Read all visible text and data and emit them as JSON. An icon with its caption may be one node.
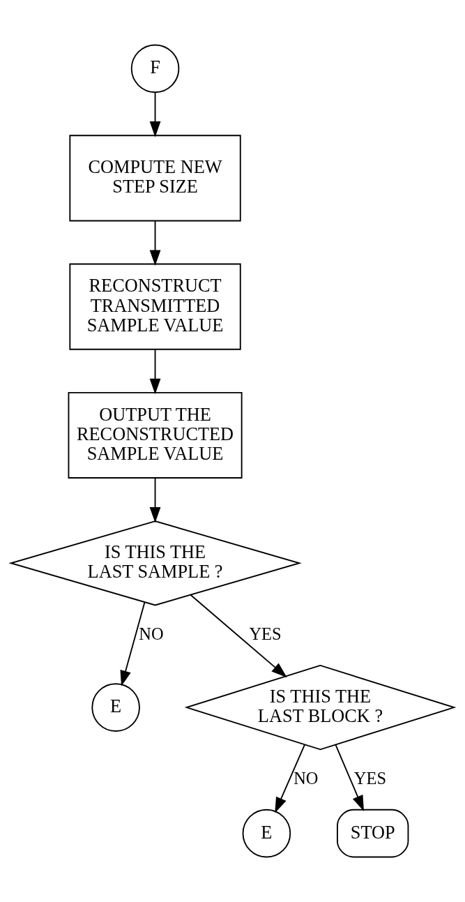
{
  "diagram": {
    "nodes": [
      {
        "text": [
          "F"
        ]
      },
      {
        "text": [
          "COMPUTE NEW STEP SIZE"
        ]
      },
      {
        "text": [
          "RECONSTRUCT TRANSMITTED SAMPLE VALUE"
        ]
      },
      {
        "text": [
          "OUTPUT THE RECONSTRUCTED SAMPLE VALUE"
        ]
      },
      {
        "text": [
          "IS THIS THE LAST SAMPLE ?"
        ]
      },
      {
        "text": [
          "E"
        ]
      },
      {
        "text": [
          "IS THIS THE LAST BLOCK ?"
        ]
      },
      {
        "text": [
          "E"
        ]
      },
      {
        "text": [
          "STOP"
        ]
      }
    ],
    "edges": [
      {
        "from": 0,
        "to": 1,
        "arrow": "to"
      },
      {
        "from": 1,
        "to": 2,
        "arrow": "to"
      },
      {
        "from": 2,
        "to": 3,
        "arrow": "to"
      },
      {
        "from": 3,
        "to": 4,
        "arrow": "to"
      },
      {
        "from": 4,
        "to": 5,
        "arrow": "to",
        "label": "NO"
      },
      {
        "from": 4,
        "to": 6,
        "arrow": "to",
        "label": "YES"
      },
      {
        "from": 6,
        "to": 7,
        "arrow": "to",
        "label": "NO"
      },
      {
        "from": 6,
        "to": 8,
        "arrow": "to",
        "label": "YES"
      }
    ]
  }
}
